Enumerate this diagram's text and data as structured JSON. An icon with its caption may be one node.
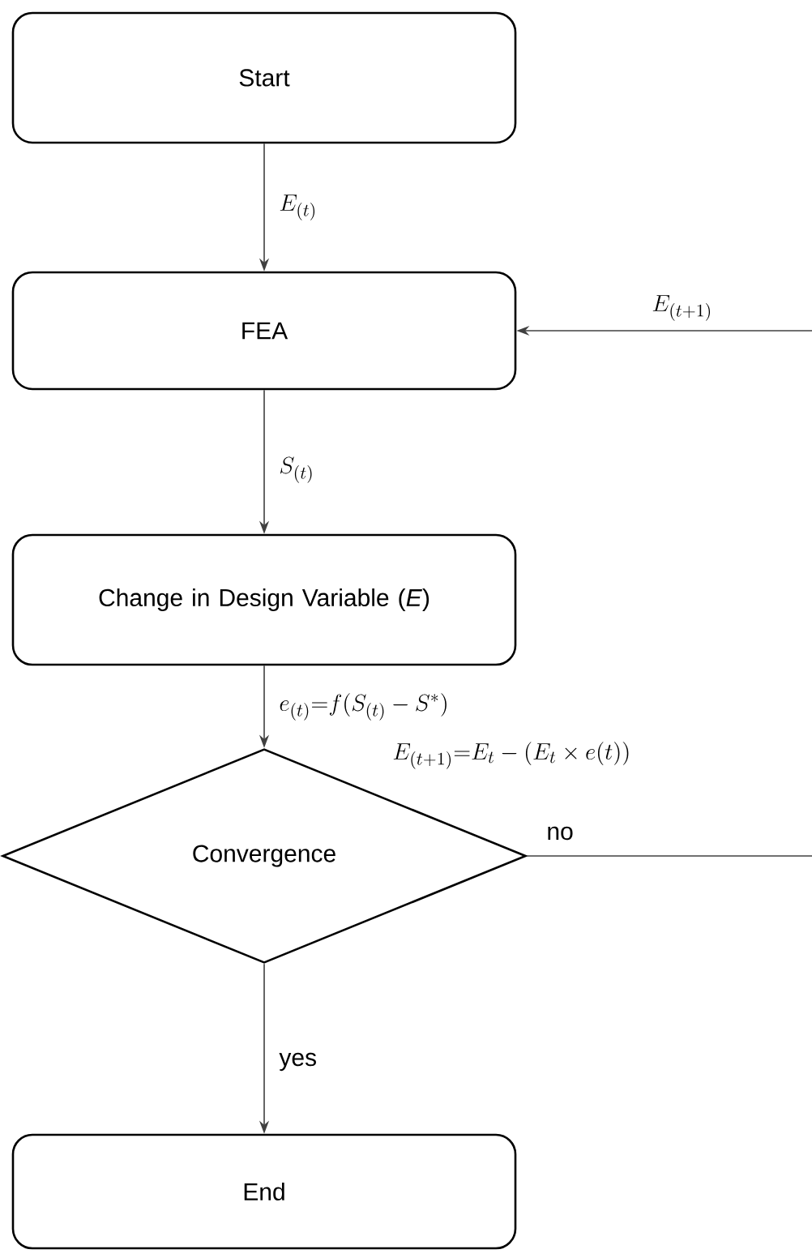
{
  "diagram": {
    "nodes": [
      {
        "text": [
          "Start"
        ]
      },
      {
        "text": [
          "FEA"
        ]
      },
      {
        "text": [
          "Change in Design Variable (*E*)"
        ]
      },
      {
        "text": [
          "Convergence"
        ]
      },
      {
        "text": [
          "End"
        ]
      }
    ],
    "edges": [
      {
        "from": 0,
        "to": 1,
        "arrow": "to",
        "label": "E_{(t)}"
      },
      {
        "from": 1,
        "to": 2,
        "arrow": "to",
        "label": "S_{(t)}"
      },
      {
        "from": 2,
        "to": 3,
        "arrow": "to",
        "label": "e_{(t)}{=}f(S_{(t)}-S^{*})"
      },
      {
        "from": 3,
        "to": 4,
        "arrow": "to",
        "label": "yes"
      },
      {
        "from": 3,
        "to": null,
        "arrow": "none",
        "label": "no"
      },
      {
        "from": null,
        "to": 1,
        "arrow": "to",
        "label": "E_{(t+1)}"
      }
    ],
    "labels": [
      "E_{(t+1)}{=}E_t-(E_t\\times e(t))"
    ]
  }
}
